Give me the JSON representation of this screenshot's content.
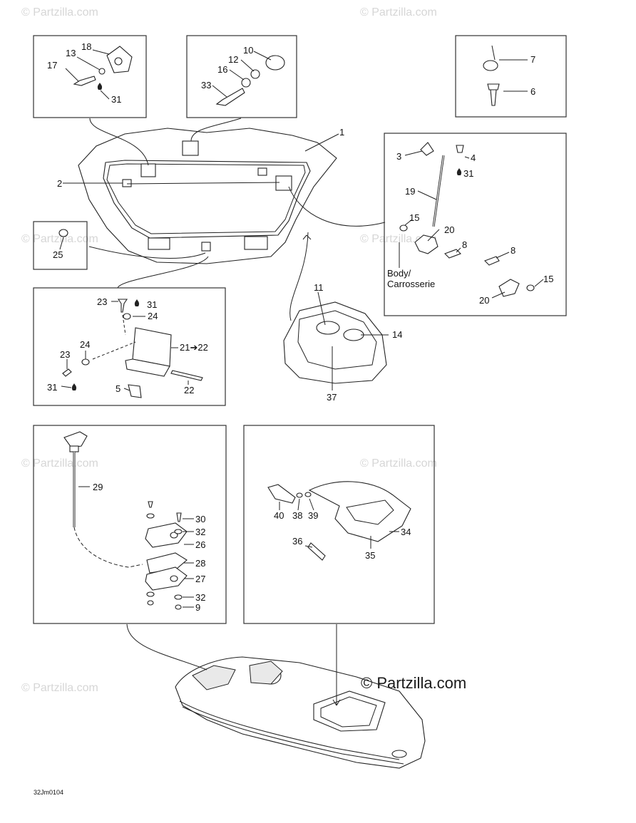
{
  "diagram_code": "32Jm0104",
  "watermark_text": "© Partzilla.com",
  "watermark_main": "© Partzilla.com",
  "body_label_line1": "Body/",
  "body_label_line2": "Carrosserie",
  "callouts": {
    "c1": "1",
    "c2": "2",
    "c3": "3",
    "c4": "4",
    "c5": "5",
    "c6": "6",
    "c7": "7",
    "c8a": "8",
    "c8b": "8",
    "c9": "9",
    "c10": "10",
    "c11": "11",
    "c12": "12",
    "c13": "13",
    "c14": "14",
    "c15a": "15",
    "c15b": "15",
    "c16": "16",
    "c17": "17",
    "c18": "18",
    "c19": "19",
    "c20a": "20",
    "c20b": "20",
    "c21": "21➔22",
    "c22": "22",
    "c23a": "23",
    "c23b": "23",
    "c24a": "24",
    "c24b": "24",
    "c25": "25",
    "c26": "26",
    "c27": "27",
    "c28": "28",
    "c29": "29",
    "c30": "30",
    "c31a": "31",
    "c31b": "31",
    "c31c": "31",
    "c31d": "31",
    "c32a": "32",
    "c32b": "32",
    "c33": "33",
    "c34": "34",
    "c35": "35",
    "c36": "36",
    "c37": "37",
    "c38": "38",
    "c39": "39",
    "c40": "40"
  }
}
